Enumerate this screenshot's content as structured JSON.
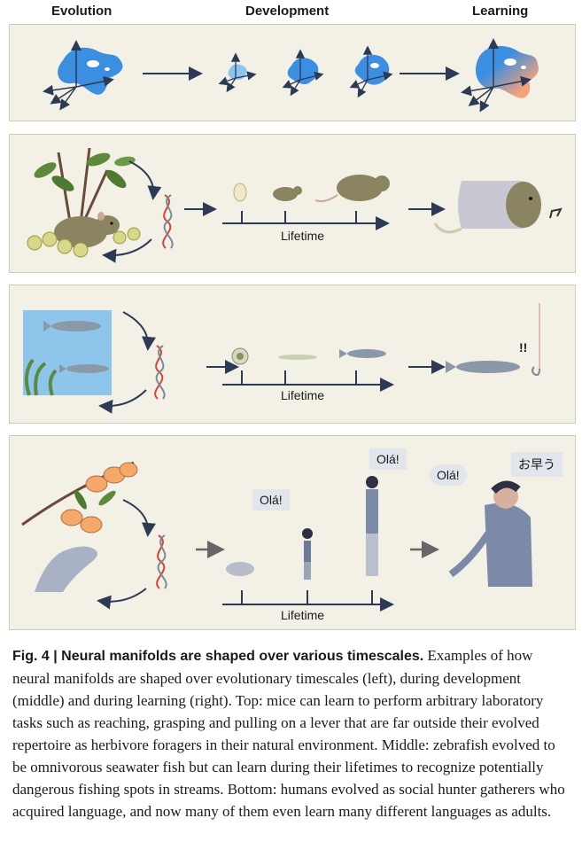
{
  "headers": {
    "evolution": "Evolution",
    "development": "Development",
    "learning": "Learning"
  },
  "panels": {
    "mouse": {
      "timeline_label": "Lifetime"
    },
    "zebrafish": {
      "timeline_label": "Lifetime",
      "alert": "!!"
    },
    "human": {
      "timeline_label": "Lifetime",
      "child_speech": "Olá!",
      "adult_speech": "Olá!",
      "thought": "Olá!",
      "speech_japanese": "お早う"
    }
  },
  "caption": {
    "label": "Fig. 4 | ",
    "title": "Neural manifolds are shaped over various timescales.",
    "body": " Examples of how neural manifolds are shaped over evolutionary timescales (left), during development (middle) and during learning (right). Top: mice can learn to perform arbitrary laboratory tasks such as reaching, grasping and pulling on a lever that are far outside their evolved repertoire as herbivore foragers in their natural environment. Middle: zebrafish evolved to be omnivorous seawater fish but can learn during their lifetimes to recognize potentially dangerous fishing spots in streams. Bottom: humans evolved as social hunter gatherers who acquired language, and now many of them even learn many different languages as adults."
  },
  "colors": {
    "panel_bg": "#f3f1e6",
    "manifold_blue": "#3b8ee0",
    "manifold_orange": "#f4a27a",
    "arrow": "#2d3a55",
    "dna_red": "#d8423a",
    "sky": "#8ec5ea"
  }
}
